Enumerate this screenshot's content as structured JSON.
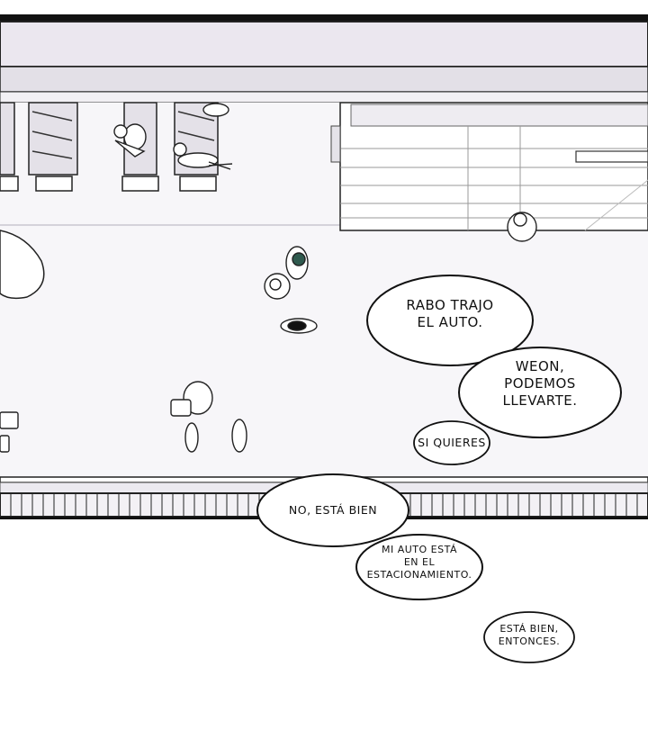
{
  "bubbles": {
    "b1": {
      "line1": "RABO TRAJO",
      "line2": "EL AUTO."
    },
    "b2": {
      "line1": "WEON,",
      "line2": "PODEMOS",
      "line3": "LLEVARTE."
    },
    "b3": {
      "line1": "SI QUIERES"
    },
    "b4": {
      "line1": "NO, ESTÁ BIEN"
    },
    "b5": {
      "line1": "MI AUTO ESTÁ",
      "line2": "EN EL",
      "line3": "ESTACIONAMIENTO."
    },
    "b6": {
      "line1": "ESTÁ BIEN,",
      "line2": "ENTONCES."
    }
  },
  "colors": {
    "roof": "#ebe7ef",
    "floor": "#f7f6f9",
    "outline": "#1a1a1a",
    "hair_accent": "#2f5a4e"
  }
}
